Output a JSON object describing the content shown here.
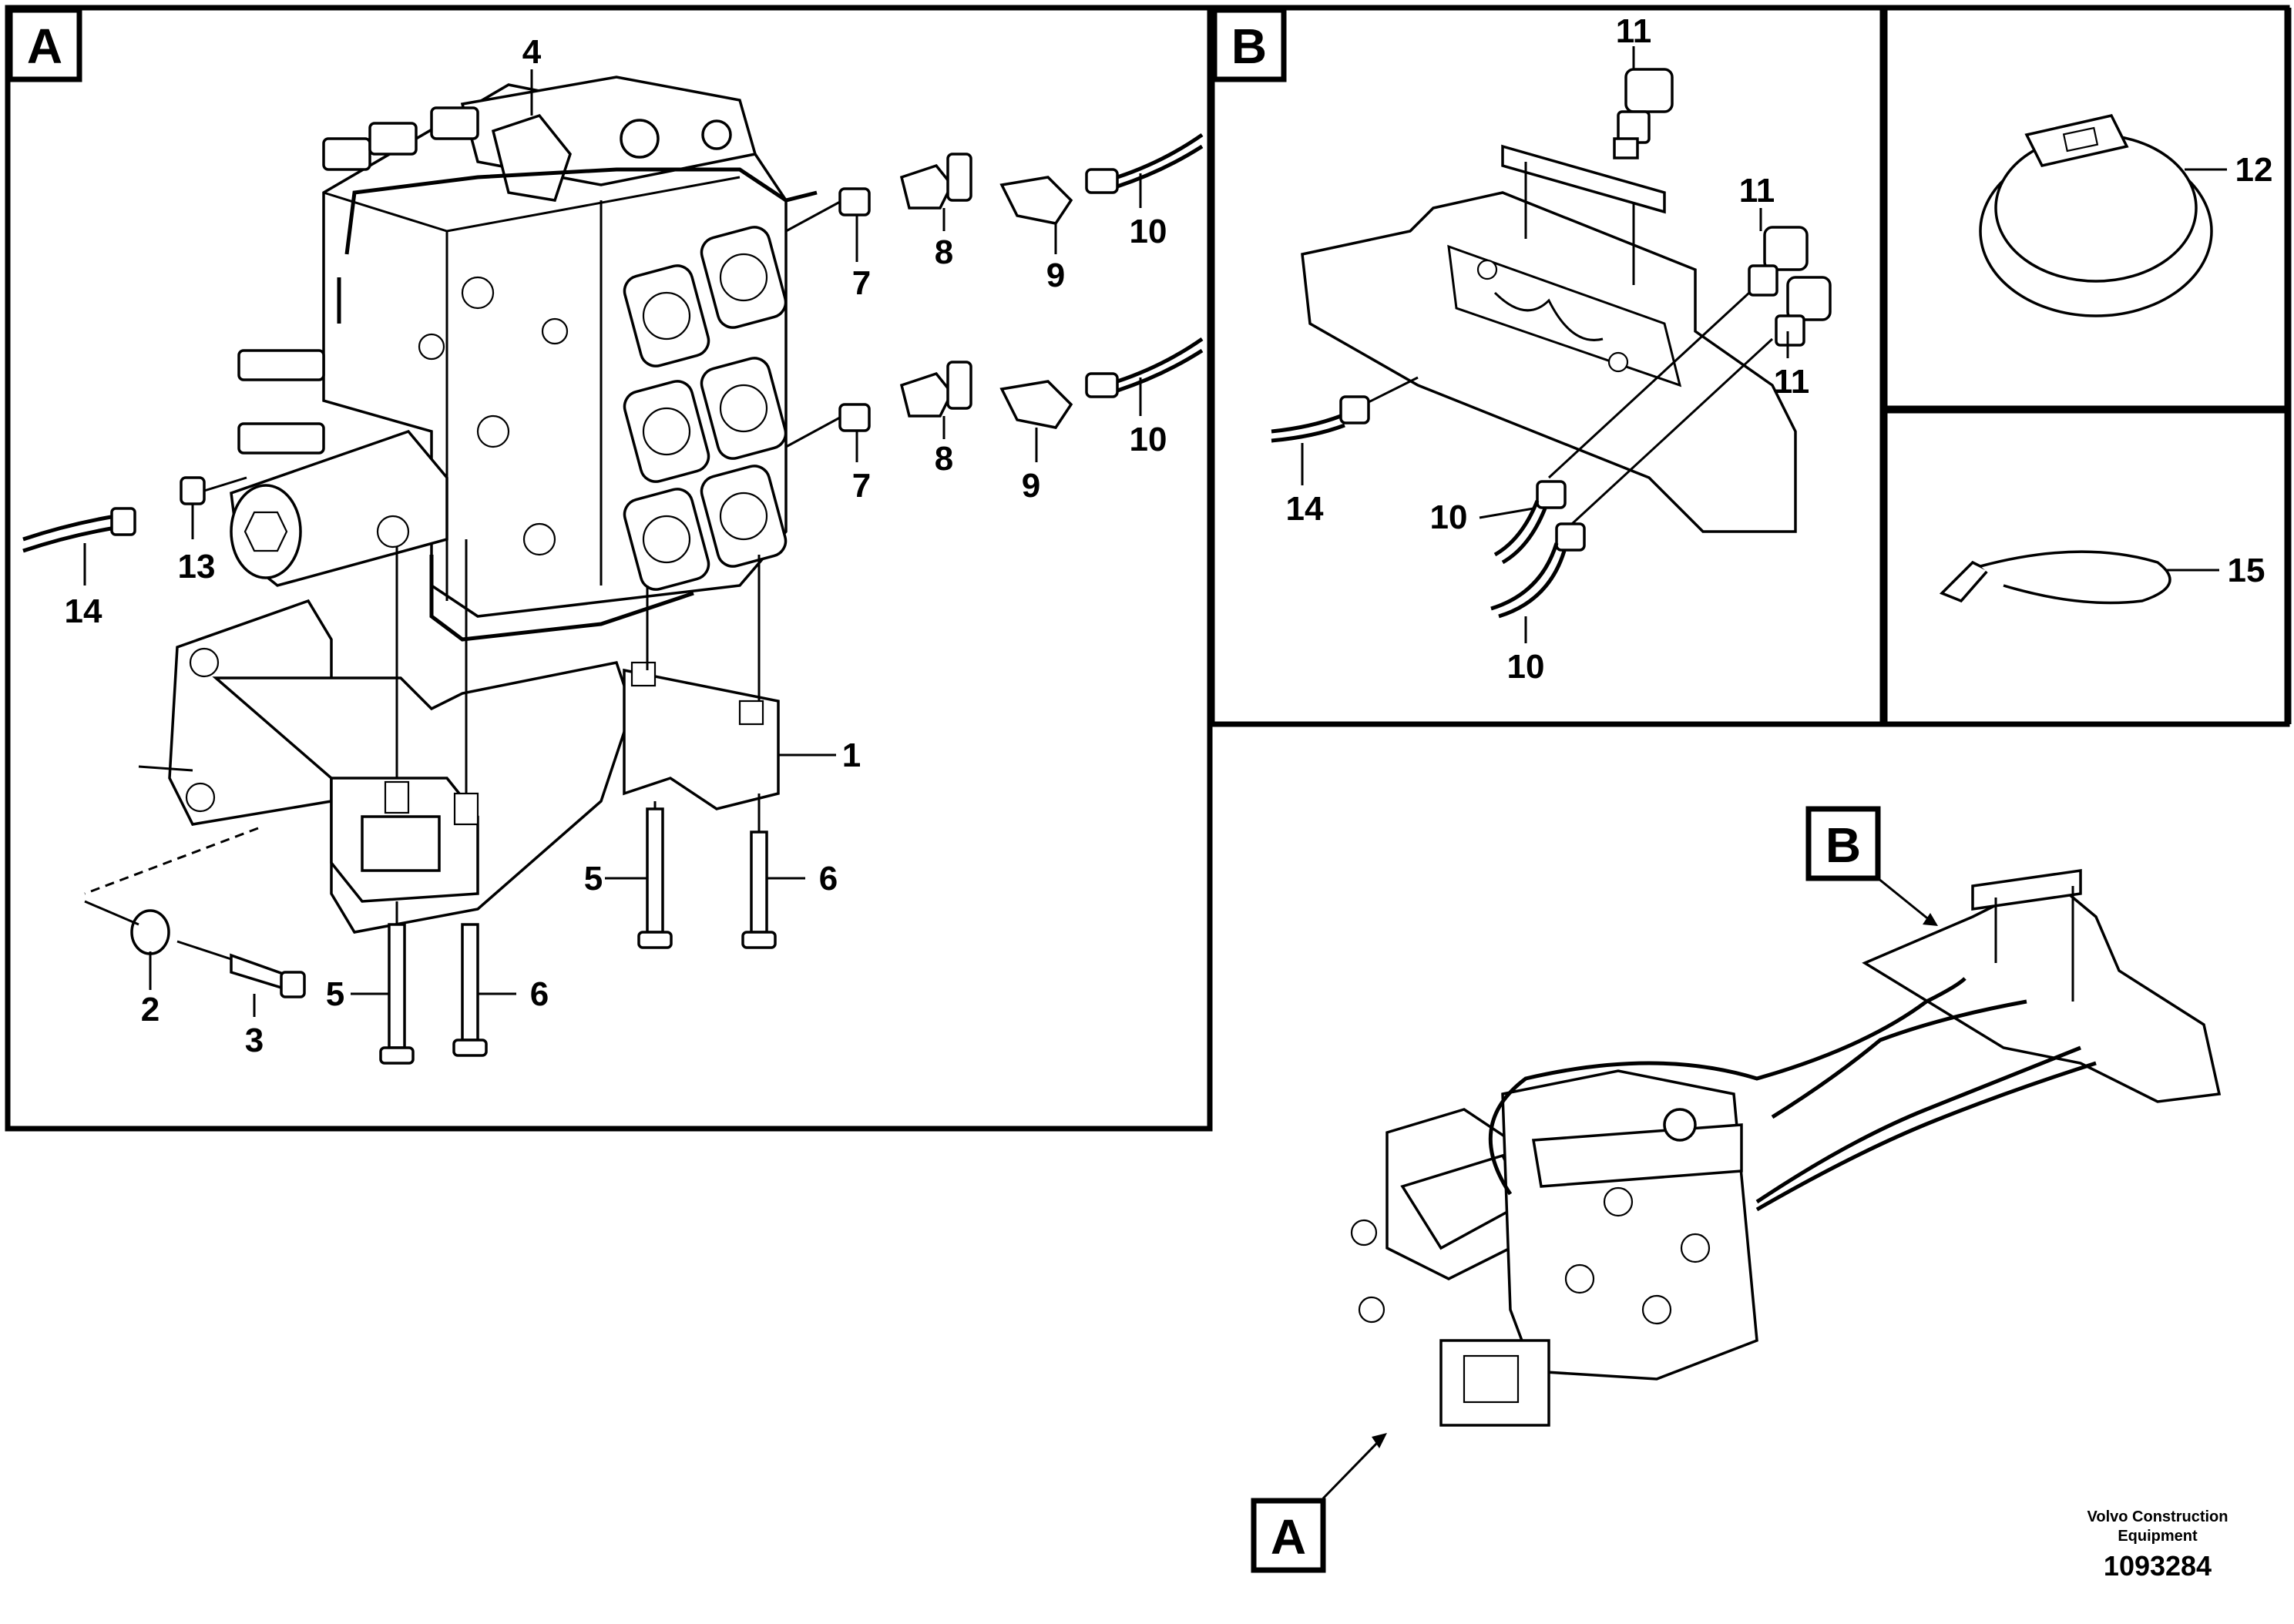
{
  "panels": {
    "a": {
      "label": "A"
    },
    "b": {
      "label": "B"
    }
  },
  "overview": {
    "callout_a": "A",
    "callout_b": "B"
  },
  "callouts": {
    "c1": "1",
    "c2": "2",
    "c3": "3",
    "c4": "4",
    "c5a": "5",
    "c5b": "5",
    "c6a": "6",
    "c6b": "6",
    "c7a": "7",
    "c7b": "7",
    "c8a": "8",
    "c8b": "8",
    "c9a": "9",
    "c9b": "9",
    "c10a": "10",
    "c10b": "10",
    "c10c": "10",
    "c10d": "10",
    "c11a": "11",
    "c11b": "11",
    "c11c": "11",
    "c12": "12",
    "c13": "13",
    "c14a": "14",
    "c14b": "14",
    "c15": "15"
  },
  "footer": {
    "brand_line1": "Volvo Construction",
    "brand_line2": "Equipment",
    "drawing_number": "1093284"
  }
}
